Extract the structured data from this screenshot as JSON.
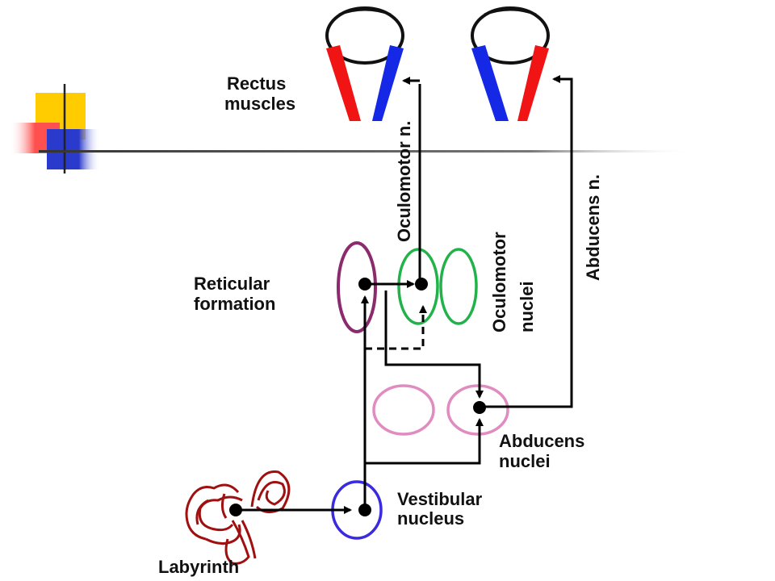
{
  "labels": {
    "rectus_line1": "Rectus",
    "rectus_line2": "muscles",
    "oculomotor_n": "Oculomotor n.",
    "abducens_n": "Abducens n.",
    "reticular_line1": "Reticular",
    "reticular_line2": "formation",
    "oculomotor_nuclei_line1": "Oculomotor",
    "oculomotor_nuclei_line2": "nuclei",
    "abducens_nuclei_line1": "Abducens",
    "abducens_nuclei_line2": "nuclei",
    "vestibular_line1": "Vestibular",
    "vestibular_line2": "nucleus",
    "labyrinth": "Labyrinth"
  },
  "colors": {
    "muscle_red": "#f01414",
    "muscle_blue": "#1428e6",
    "reticular_outline": "#8c2a6e",
    "oculomotor_outline": "#22b24a",
    "abducens_outline": "#e08cc0",
    "vestibular_outline": "#3a2ae0",
    "labyrinth": "#a01010",
    "deco_yellow": "#ffcc00",
    "deco_red": "#ff5050",
    "deco_blue": "#2a3acc"
  }
}
